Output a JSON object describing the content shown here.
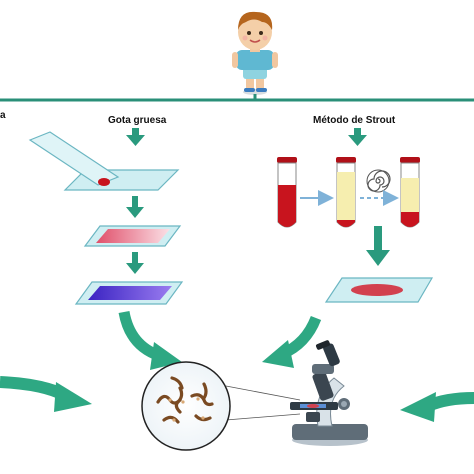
{
  "labels": {
    "left_edge": "a",
    "gota_gruesa": "Gota gruesa",
    "metodo_strout": "Método de Strout"
  },
  "colors": {
    "connector": "#2a8f78",
    "arrow_small": "#2a9a7e",
    "arrow_big": "#2ea883",
    "blood_red": "#c8141e",
    "serum_yellow": "#f6eeaf",
    "slide_fill": "#cfeef2",
    "slide_stroke": "#6bb6c2",
    "stained_pink": "#e98a9a",
    "stained_purple": "#4a2fc9",
    "dashed_arrow": "#7fb2d8"
  },
  "icons": [
    "child-figure-icon",
    "centrifuge-spiral-icon",
    "microscope-icon",
    "parasites-magnifier-icon"
  ]
}
